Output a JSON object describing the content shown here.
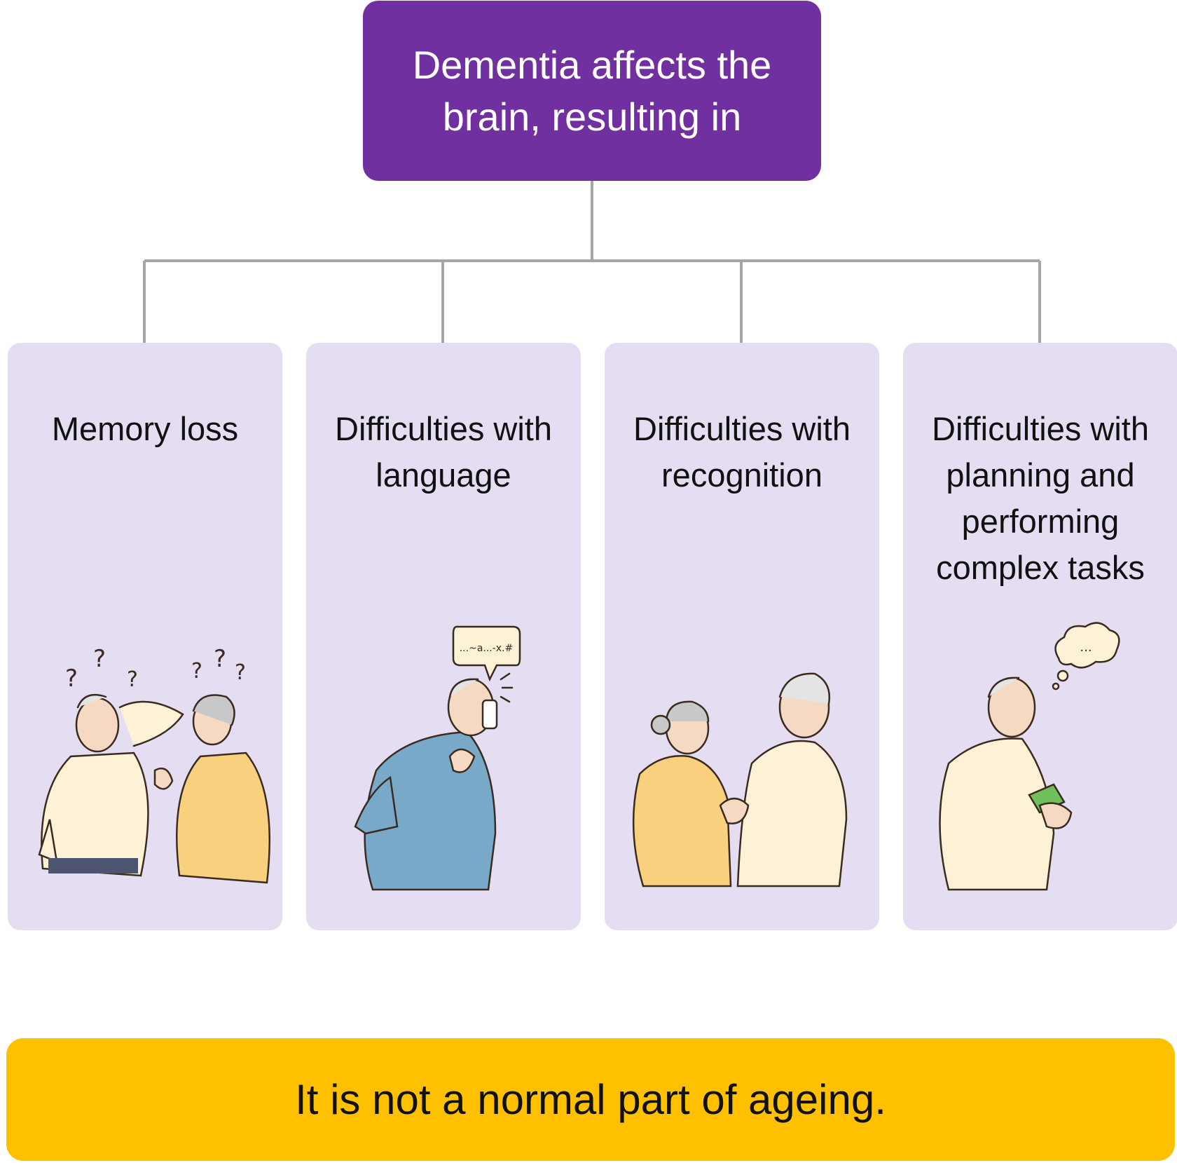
{
  "root": {
    "text": "Dementia affects the brain, resulting in"
  },
  "cards": [
    {
      "label": "Memory loss",
      "illustration": "two-confused-elderly-people"
    },
    {
      "label": "Difficulties with language",
      "illustration": "elderly-man-on-phone",
      "speech_bubble": "...~a...-x.#"
    },
    {
      "label": "Difficulties with recognition",
      "illustration": "elderly-couple-not-recognising"
    },
    {
      "label": "Difficulties with planning and performing complex tasks",
      "illustration": "elderly-man-counting-money",
      "thought_bubble": "..."
    }
  ],
  "footer": {
    "text": "It is not a normal part of ageing."
  },
  "colors": {
    "root": "#7030a0",
    "card": "#e5def2",
    "footer": "#ffc000",
    "connector": "#a6a6a6"
  }
}
